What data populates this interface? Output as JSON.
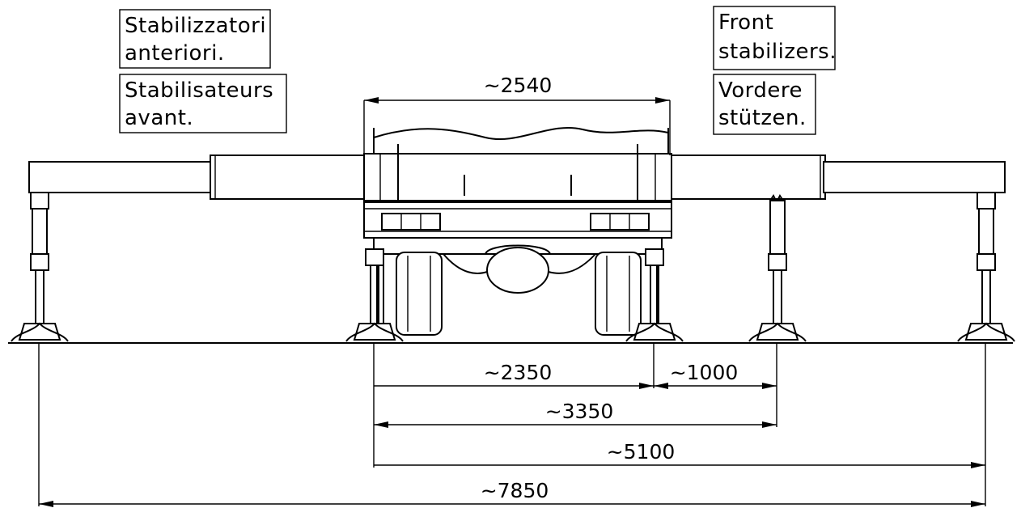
{
  "labels": {
    "it": {
      "line1": "Stabilizzatori",
      "line2": "anteriori."
    },
    "fr": {
      "line1": "Stabilisateurs",
      "line2": "avant."
    },
    "en": {
      "line1": "Front",
      "line2": "stabilizers."
    },
    "de": {
      "line1": "Vordere",
      "line2": "stützen."
    }
  },
  "dimensions": {
    "truck_width": "~2540",
    "d_2350": "~2350",
    "d_1000": "~1000",
    "d_3350": "~3350",
    "d_5100": "~5100",
    "d_7850": "~7850"
  }
}
